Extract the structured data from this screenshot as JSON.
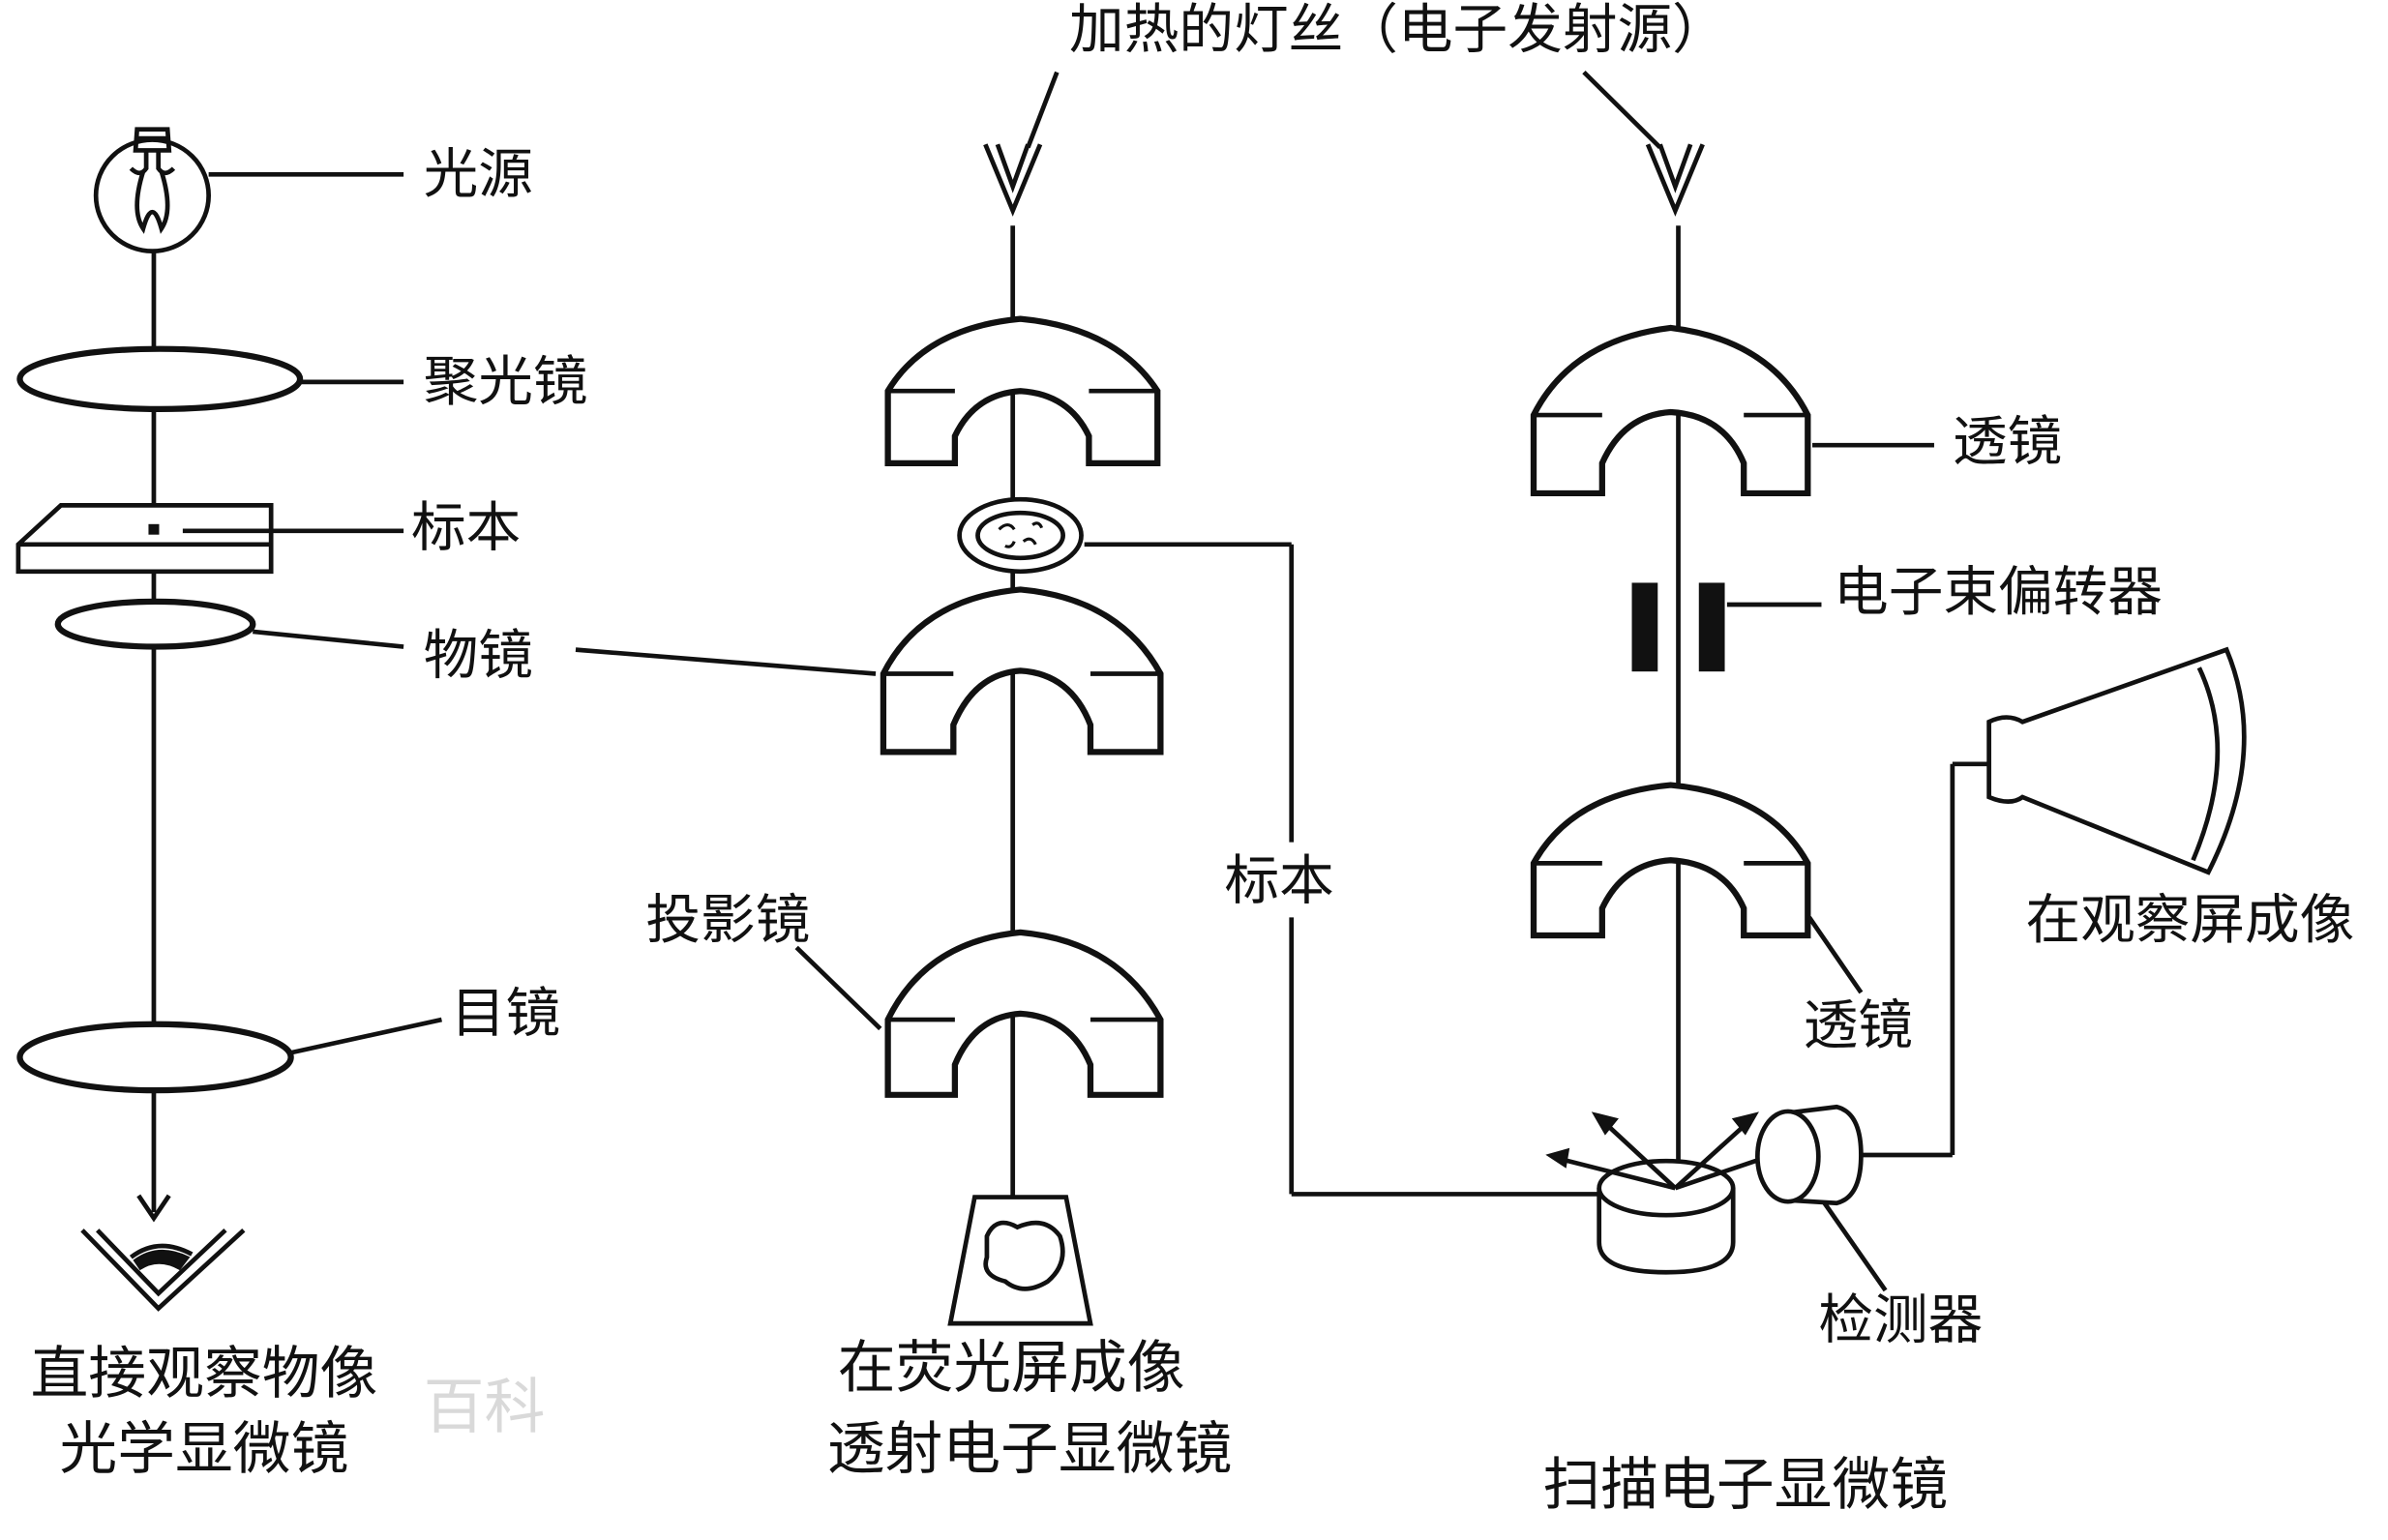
{
  "filament_label": "加热的灯丝（电子发射源）",
  "optical": {
    "light_source": "光源",
    "condenser": "聚光镜",
    "specimen": "标本",
    "objective": "物镜",
    "eyepiece": "目镜",
    "caption_line1": "直接观察物像",
    "caption_line2": "光学显微镜"
  },
  "tem": {
    "specimen": "标本",
    "projector": "投影镜",
    "caption_line1": "在荧光屏成像",
    "caption_line2": "透射电子显微镜"
  },
  "sem": {
    "lens_upper": "透镜",
    "deflector": "电子束偏转器",
    "screen": "在观察屏成像",
    "lens_lower": "透镜",
    "detector": "检测器",
    "caption": "扫描电子显微镜"
  },
  "watermark": "百科"
}
